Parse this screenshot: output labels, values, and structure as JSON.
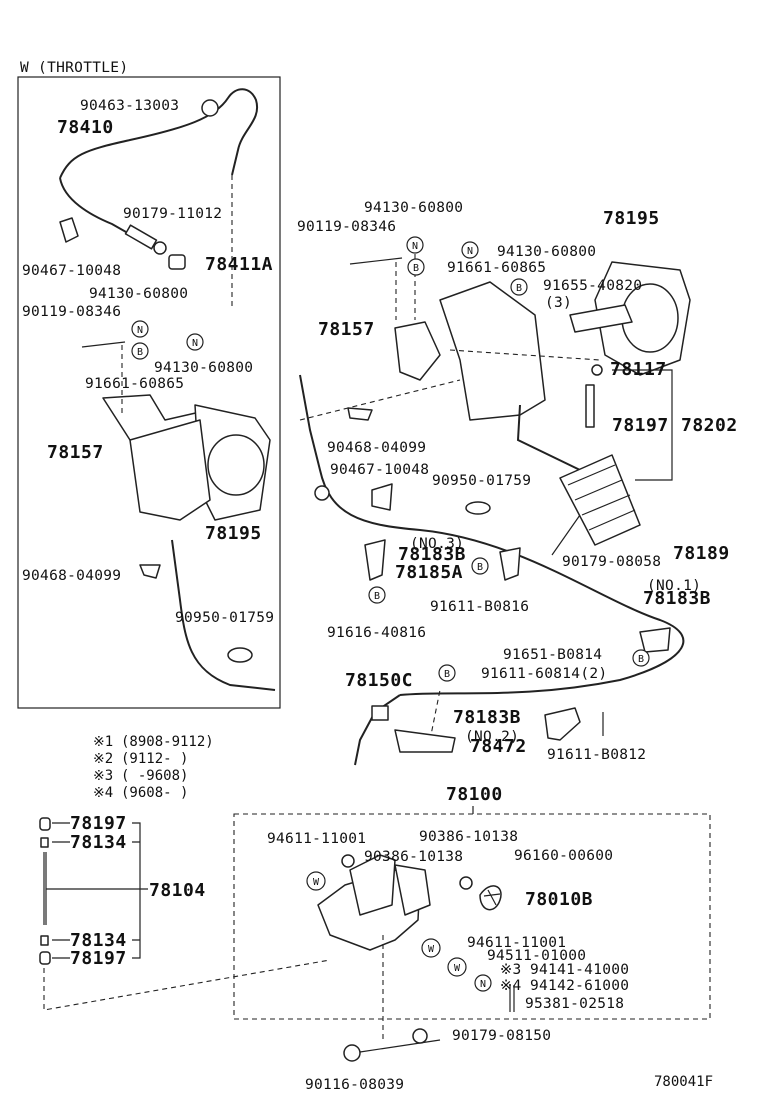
{
  "section_title": "W (THROTTLE)",
  "figure_id": "780041F",
  "symbols": {
    "nut": "N",
    "bolt": "B",
    "washer": "W"
  },
  "throttle_box": {
    "labels": [
      "90463-13003",
      "78410",
      "90179-11012",
      "90467-10048",
      "78411A",
      "94130-60800",
      "90119-08346",
      "94130-60800",
      "91661-60865",
      "78157",
      "78195",
      "90468-04099",
      "90950-01759"
    ]
  },
  "main_assembly": {
    "labels": [
      "94130-60800",
      "90119-08346",
      "94130-60800",
      "91661-60865",
      "78195",
      "91655-40820",
      "(3)",
      "78157",
      "78117",
      "90468-04099",
      "78197",
      "78202",
      "90467-10048",
      "90950-01759",
      "(NO.3)",
      "78183B",
      "78185A",
      "90179-08058",
      "78189",
      "91611-B0816",
      "(NO.1)",
      "78183B",
      "91616-40816",
      "91651-B0814",
      "78150C",
      "91611-60814(2)",
      "78183B",
      "(NO.2)",
      "78472",
      "91611-B0812"
    ]
  },
  "legend": [
    {
      "mark": "※1",
      "range": "(8908-9112)"
    },
    {
      "mark": "※2",
      "range": "(9112-        )"
    },
    {
      "mark": "※3",
      "range": "(        -9608)"
    },
    {
      "mark": "※4",
      "range": "(9608-        )"
    }
  ],
  "rod_assembly": {
    "labels": [
      "78197",
      "78134",
      "78104",
      "78134",
      "78197"
    ]
  },
  "parking_assembly": {
    "title": "78100",
    "labels": [
      "94611-11001",
      "90386-10138",
      "90386-10138",
      "96160-00600",
      "78010B",
      "94611-11001",
      "94511-01000",
      "※3",
      "94141-41000",
      "※4",
      "94142-61000",
      "95381-02518",
      "90179-08150",
      "90116-08039"
    ]
  }
}
